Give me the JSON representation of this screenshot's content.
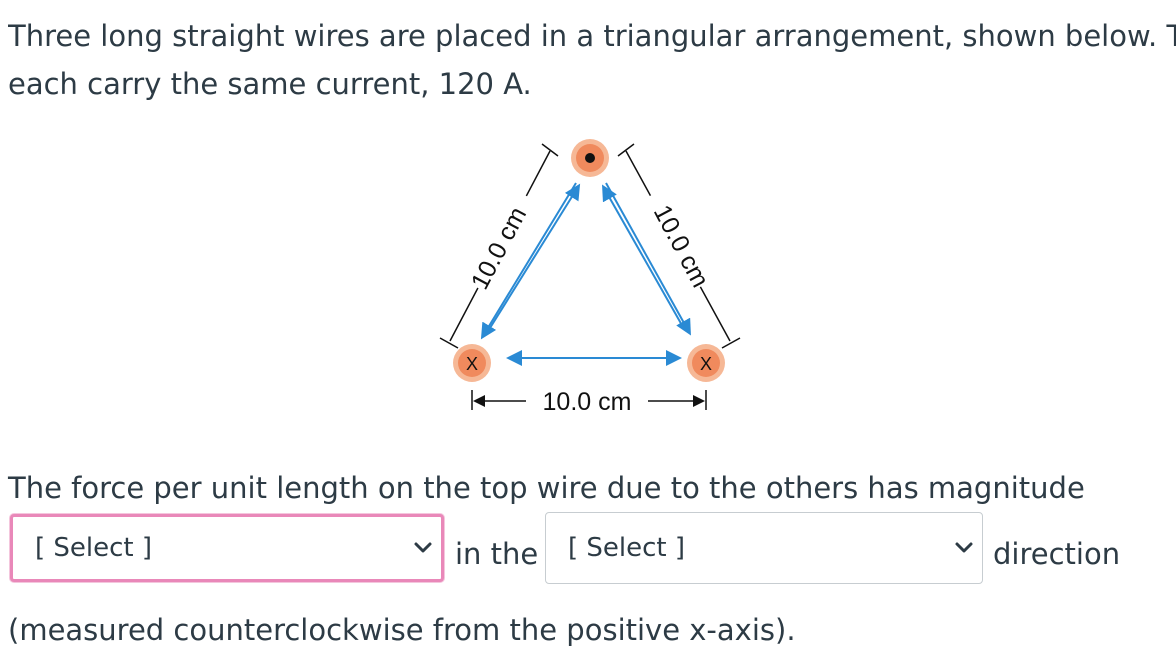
{
  "question": {
    "line1": "Three long straight wires are placed in a triangular arrangement, shown below. They",
    "line2": "each carry the same current, 120 A."
  },
  "figure": {
    "left_side_label": "10.0 cm",
    "right_side_label": "10.0 cm",
    "bottom_label": "10.0 cm",
    "top_wire_symbol": "•",
    "bottom_left_wire_symbol": "X",
    "bottom_right_wire_symbol": "X",
    "wire_fill_color": "#f08a5d",
    "wire_ring_color": "#f6b896",
    "arrow_color": "#2a8ad4"
  },
  "force_prompt": "The force per unit length on the top wire due to the others has magnitude",
  "magnitude_select": {
    "value": "[ Select ]"
  },
  "in_the_text": "in the",
  "direction_select": {
    "value": "[ Select ]"
  },
  "direction_text": "direction",
  "measured_text": "(measured counterclockwise from the positive x-axis)."
}
